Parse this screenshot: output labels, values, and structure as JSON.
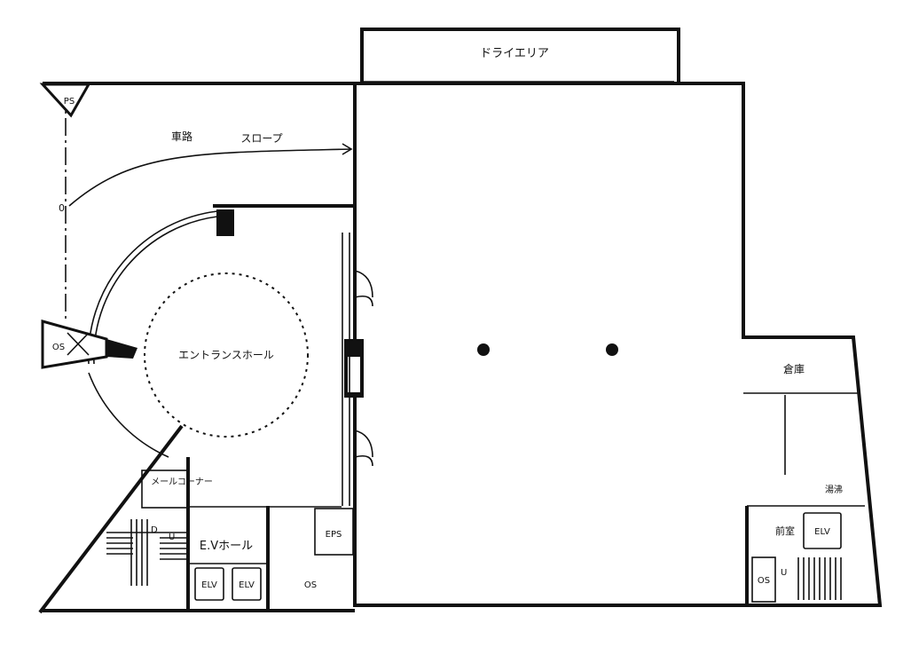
{
  "labels": {
    "dry_area": "ドライエリア",
    "ps": "PS",
    "driveway": "車路",
    "slope": "スロープ",
    "entrance_hall": "エントランスホール",
    "os_left": "OS",
    "mail_corner": "メールコーナー",
    "ev_hall": "E.Vホール",
    "elv_1": "ELV",
    "elv_2": "ELV",
    "eps": "EPS",
    "os_bottom": "OS",
    "storage": "倉庫",
    "kitchenette": "湯沸",
    "vestibule": "前室",
    "elv_right": "ELV",
    "os_right": "OS",
    "stair_down": "D",
    "stair_up": "U",
    "stair_up_right": "U",
    "slope_start": "0"
  }
}
